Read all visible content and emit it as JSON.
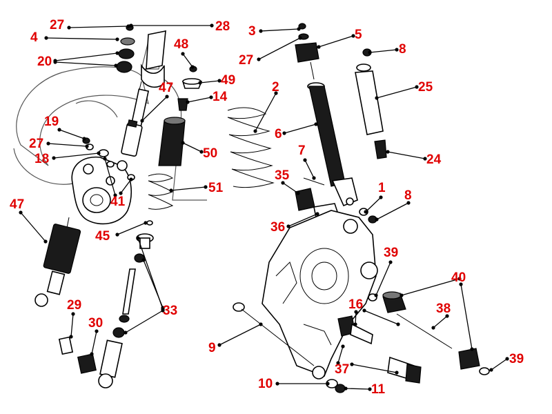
{
  "callouts": [
    {
      "id": "c27a",
      "text": "27"
    },
    {
      "id": "c28",
      "text": "28"
    },
    {
      "id": "c4",
      "text": "4"
    },
    {
      "id": "c20",
      "text": "20"
    },
    {
      "id": "c48",
      "text": "48"
    },
    {
      "id": "c47a",
      "text": "47"
    },
    {
      "id": "c49",
      "text": "49"
    },
    {
      "id": "c14",
      "text": "14"
    },
    {
      "id": "c19",
      "text": "19"
    },
    {
      "id": "c27b",
      "text": "27"
    },
    {
      "id": "c18",
      "text": "18"
    },
    {
      "id": "c41",
      "text": "41"
    },
    {
      "id": "c50",
      "text": "50"
    },
    {
      "id": "c51",
      "text": "51"
    },
    {
      "id": "c47b",
      "text": "47"
    },
    {
      "id": "c45",
      "text": "45"
    },
    {
      "id": "c33",
      "text": "33"
    },
    {
      "id": "c29",
      "text": "29"
    },
    {
      "id": "c30",
      "text": "30"
    },
    {
      "id": "c3",
      "text": "3"
    },
    {
      "id": "c27c",
      "text": "27"
    },
    {
      "id": "c5",
      "text": "5"
    },
    {
      "id": "c8a",
      "text": "8"
    },
    {
      "id": "c2",
      "text": "2"
    },
    {
      "id": "c25",
      "text": "25"
    },
    {
      "id": "c6",
      "text": "6"
    },
    {
      "id": "c7",
      "text": "7"
    },
    {
      "id": "c24",
      "text": "24"
    },
    {
      "id": "c35",
      "text": "35"
    },
    {
      "id": "c1",
      "text": "1"
    },
    {
      "id": "c8b",
      "text": "8"
    },
    {
      "id": "c36",
      "text": "36"
    },
    {
      "id": "c39a",
      "text": "39"
    },
    {
      "id": "c40",
      "text": "40"
    },
    {
      "id": "c16",
      "text": "16"
    },
    {
      "id": "c38",
      "text": "38"
    },
    {
      "id": "c9",
      "text": "9"
    },
    {
      "id": "c37",
      "text": "37"
    },
    {
      "id": "c39b",
      "text": "39"
    },
    {
      "id": "c10",
      "text": "10"
    },
    {
      "id": "c11",
      "text": "11"
    }
  ],
  "colors": {
    "callout": "#e00000",
    "line": "#000000",
    "background": "#ffffff"
  }
}
